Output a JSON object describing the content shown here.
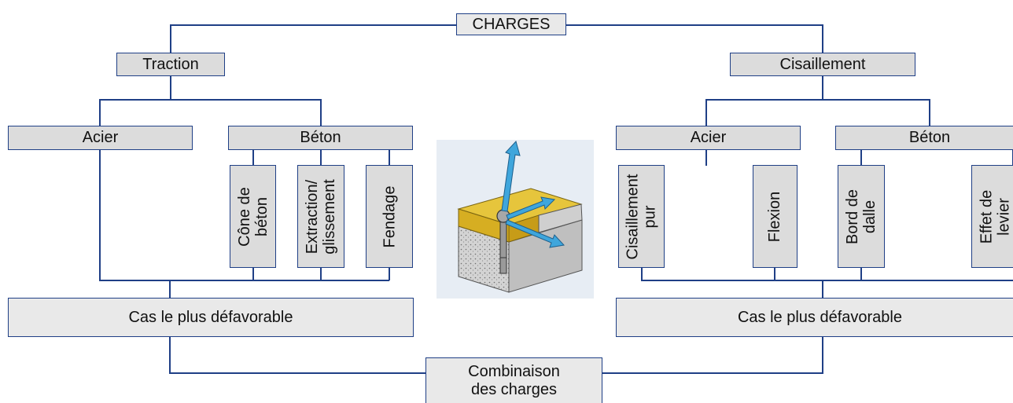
{
  "diagram": {
    "root": "CHARGES",
    "left": {
      "title": "Traction",
      "steel": "Acier",
      "concrete": "Béton",
      "modes": [
        "Cône de\nbéton",
        "Extraction/\nglissement",
        "Fendage"
      ],
      "worst_case": "Cas le plus défavorable"
    },
    "right": {
      "title": "Cisaillement",
      "steel": "Acier",
      "concrete": "Béton",
      "modes": [
        "Cisaillement\npur",
        "Flexion",
        "Bord de\ndalle",
        "Effet de\nlevier"
      ],
      "worst_case": "Cas le plus défavorable"
    },
    "combination": "Combinaison\ndes charges"
  },
  "colors": {
    "line": "#1f3f86",
    "box_fill": "#dcdcdc",
    "arrow": "#3fa6dc",
    "concrete": "#c9c9c9",
    "slab_top": "#e6c53c"
  }
}
